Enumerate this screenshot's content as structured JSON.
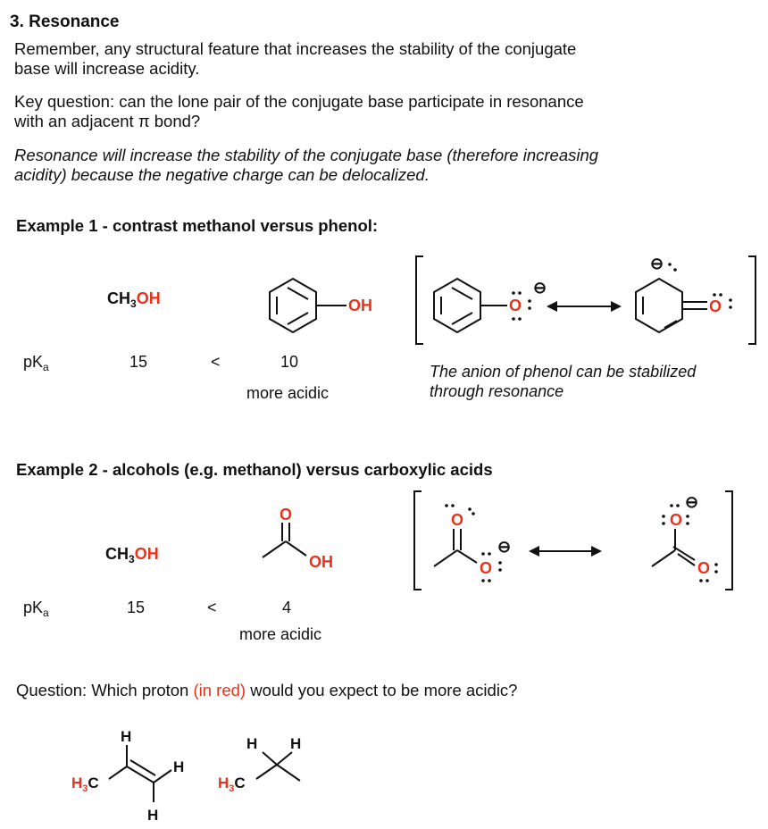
{
  "section": {
    "title": "3. Resonance",
    "para1_line1": "Remember, any structural feature that increases the stability of the conjugate",
    "para1_line2": "base will increase acidity.",
    "para2_line1": "Key question: can the lone pair of the conjugate base participate in resonance",
    "para2_line2": "with an adjacent π bond?",
    "para3_line1": "Resonance will increase the stability of the conjugate base (therefore increasing",
    "para3_line2": "acidity)  because the negative charge can be delocalized."
  },
  "example1": {
    "heading": "Example 1 - contrast methanol versus phenol:",
    "methanol_ch": "CH",
    "methanol_sub": "3",
    "methanol_oh": "OH",
    "phenol_oh": "OH",
    "pka_p": "pK",
    "pka_sub": "a",
    "pka_methanol": "15",
    "comparator": "<",
    "pka_phenol": "10",
    "more_acidic": "more acidic",
    "anion_note_line1": "The anion of phenol can be stabilized",
    "anion_note_line2": "through resonance",
    "oxygen": "O",
    "charge": "⊖"
  },
  "example2": {
    "heading": "Example 2 - alcohols (e.g. methanol) versus carboxylic acids",
    "methanol_ch": "CH",
    "methanol_sub": "3",
    "methanol_oh": "OH",
    "acid_o": "O",
    "acid_oh": "OH",
    "pka_p": "pK",
    "pka_sub": "a",
    "pka_methanol": "15",
    "comparator": "<",
    "pka_acid": "4",
    "more_acidic": "more acidic",
    "oxygen": "O",
    "charge": "⊖"
  },
  "question": {
    "prefix": "Question: Which proton ",
    "highlight": "(in red)",
    "suffix": " would you expect to be more acidic?",
    "h": "H",
    "h3c_h": "H",
    "h3c_sub": "3",
    "h3c_c": "C"
  },
  "colors": {
    "accent_red": "#e8331c",
    "text": "#111111"
  }
}
